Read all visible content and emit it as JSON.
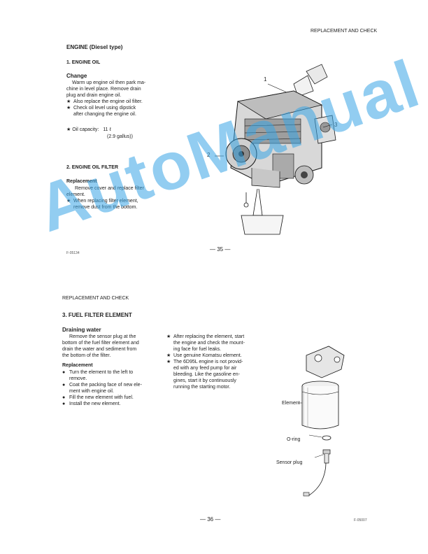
{
  "page1": {
    "header": "REPLACEMENT AND CHECK",
    "section_title": "ENGINE (Diesel type)",
    "oil": {
      "title": "1. ENGINE OIL",
      "subtitle": "Change",
      "lines": [
        "Warm up engine oil then park ma-",
        "chine in level place. Remove drain",
        "plug and drain engine oil."
      ],
      "notes": [
        "Also replace the engine oil filter.",
        "Check oil level using dipstick",
        "after changing the engine oil."
      ],
      "capacity_label": "Oil capacity:",
      "capacity_value": "11 ℓ",
      "capacity_alt": "(2.9 gallus))"
    },
    "filter": {
      "title": "2. ENGINE OIL FILTER",
      "subtitle": "Replacement",
      "lines": [
        "Remove cover and replace filter",
        "element."
      ],
      "notes": [
        "When replacing filter element,",
        "remove dust from the bottom."
      ]
    },
    "callouts": [
      "1",
      "2",
      "3"
    ],
    "figure_code": "F-05134",
    "page_number": "— 35 —"
  },
  "page2": {
    "header": "REPLACEMENT AND CHECK",
    "title": "3. FUEL FILTER ELEMENT",
    "draining": {
      "subtitle": "Draining water",
      "lines": [
        "Remove the sensor plug at the",
        "bottom of the fuel filter element and",
        "drain the water and sediment from",
        "the bottom of the filter."
      ]
    },
    "replacement": {
      "subtitle": "Replacement",
      "items": [
        [
          "Turn the element to the left to",
          "remove."
        ],
        [
          "Coat the packing face of new ele-",
          "ment with engine oil."
        ],
        [
          "Fill the new element with fuel."
        ],
        [
          "Install the new element."
        ]
      ]
    },
    "notes": [
      [
        "After replacing the element, start",
        "the engine and check the mount-",
        "ing face for fuel leaks."
      ],
      [
        "Use genuine Komatsu element."
      ],
      [
        "The 6D95L engine is not provid-",
        "ed with any feed pump for air",
        "bleeding. Like the gasoline en-",
        "gines, start it by continuously",
        "running the starting motor."
      ]
    ],
    "labels": {
      "element": "Element",
      "oring": "O-ring",
      "sensor": "Sensor plug"
    },
    "figure_code": "F-05007",
    "page_number": "— 36 —"
  },
  "watermark": "AutoManual"
}
